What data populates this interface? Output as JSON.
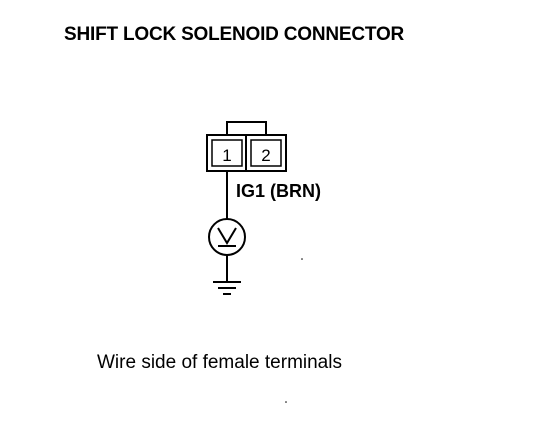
{
  "title": "SHIFT LOCK SOLENOID CONNECTOR",
  "connector": {
    "pins": [
      "1",
      "2"
    ]
  },
  "wire_label": "IG1 (BRN)",
  "meter_icon": "voltmeter-icon",
  "ground_icon": "ground-icon",
  "caption": "Wire side of female terminals"
}
